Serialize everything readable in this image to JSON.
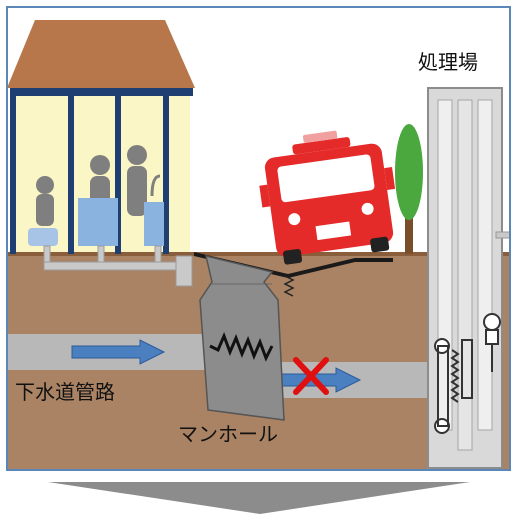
{
  "labels": {
    "treatment_plant": "処理場",
    "sewer_pipe": "下水道管路",
    "manhole": "マンホール"
  },
  "colors": {
    "frame_border": "#5b86b8",
    "sky": "#ffffff",
    "ground": "#a98363",
    "ground_surface": "#8a5e3b",
    "roof": "#b8774a",
    "house_window": "#fbf6c5",
    "pipe": "#b8b8b8",
    "flow_arrow": "#4a7fc0",
    "fire_truck": "#e52a2a",
    "tree": "#4aa83f",
    "plant_concrete": "#d9d9d9",
    "blocked_mark": "#e01010",
    "down_arrow": "#8c8c8c"
  },
  "icons": [
    "house-icon",
    "person-icon",
    "fire-truck-icon",
    "tree-icon",
    "manhole-icon",
    "flow-arrow-icon",
    "blocked-x-icon",
    "crack-icon",
    "screen-machine-icon",
    "down-arrow-icon"
  ]
}
